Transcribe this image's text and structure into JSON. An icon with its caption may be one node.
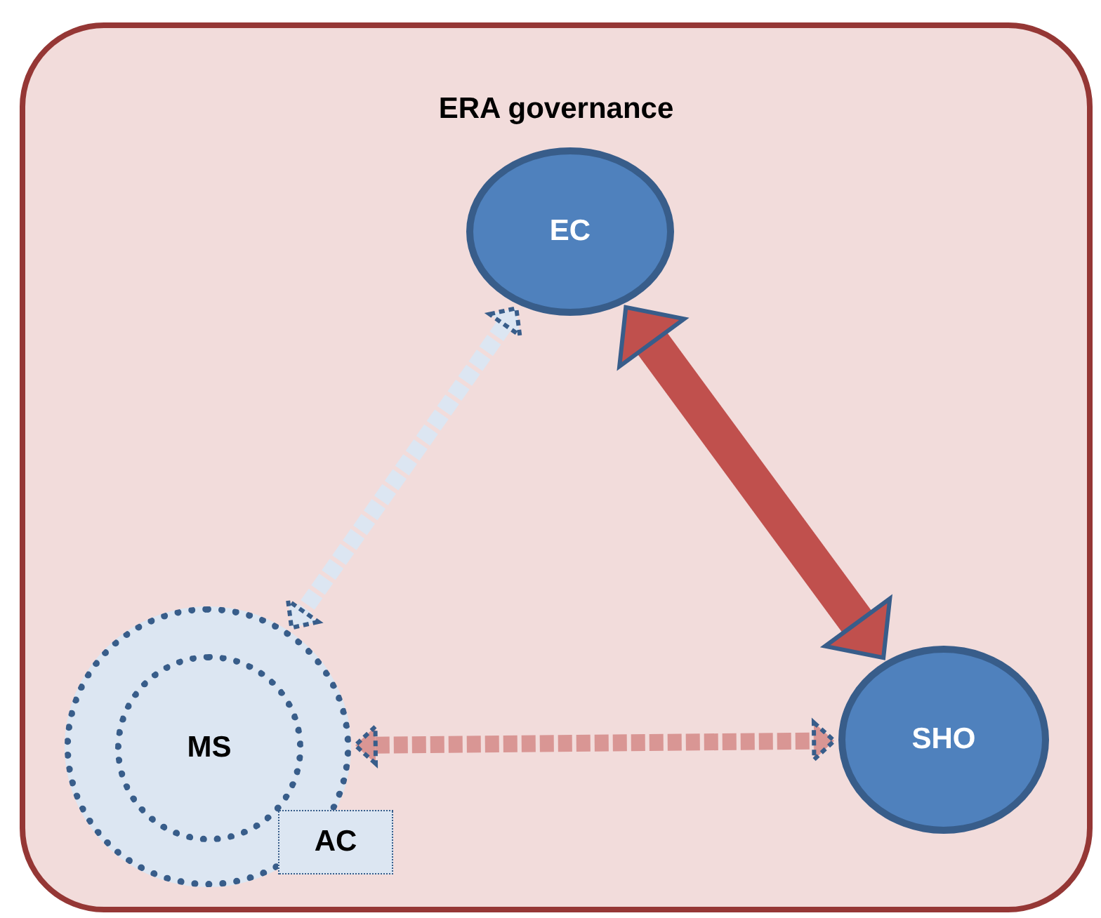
{
  "diagram": {
    "nodes": [
      {
        "text": [
          "ERA governance"
        ]
      },
      {
        "text": [
          "EC"
        ],
        "in": 0
      },
      {
        "text": [],
        "shape": "circle",
        "in": 0
      },
      {
        "text": [
          "MS"
        ],
        "in": 2
      },
      {
        "text": [
          "AC"
        ],
        "in": 0
      },
      {
        "text": [
          "SHO"
        ],
        "in": 0
      }
    ],
    "edges": [
      {
        "from": 1,
        "to": 2,
        "arrow": "both",
        "style": "dashed",
        "color": "#dce6f2"
      },
      {
        "from": 1,
        "to": 5,
        "arrow": "both",
        "style": "thick",
        "color": "#c0504d"
      },
      {
        "from": 2,
        "to": 5,
        "arrow": "both",
        "style": "dashed",
        "color": "#d99694"
      }
    ]
  }
}
